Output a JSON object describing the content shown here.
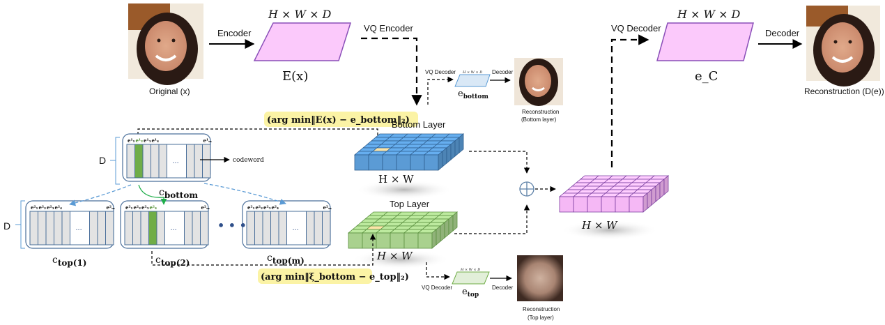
{
  "top_row": {
    "original_caption": "Original (x)",
    "encoder_label": "Encoder",
    "ex_dims": "H × W × D",
    "ex_label": "E(x)",
    "vq_encoder_label": "VQ Encoder",
    "vq_decoder_label": "VQ Decoder",
    "ec_dims": "H × W × D",
    "ec_label": "e_C",
    "decoder_label": "Decoder",
    "reconstruction_caption": "Reconstruction (D(e))"
  },
  "bottom_branch": {
    "vq_decoder_label": "VQ Decoder",
    "dims": "H × W × D",
    "decoder_label": "Decoder",
    "e_label": "e",
    "e_sub": "bottom",
    "caption_line1": "Reconstruction",
    "caption_line2": "(Bottom layer)"
  },
  "top_branch": {
    "vq_decoder_label": "VQ Decoder",
    "dims": "H × W × D",
    "decoder_label": "Decoder",
    "e_label": "e",
    "e_sub": "top",
    "caption_line1": "Reconstruction",
    "caption_line2": "(Top layer)"
  },
  "formulas": {
    "bottom": "(arg min‖E(x) − e_bottom‖₂)",
    "top": "(arg min‖ξ_bottom − e_top‖₂)",
    "highlight_color": "#fbf3a5"
  },
  "layers": {
    "bottom_title": "Bottom Layer",
    "bottom_dims": "H × W",
    "bottom_color": "#5b9bd5",
    "top_title": "Top Layer",
    "top_dims": "H × W",
    "top_color": "#a9d18e",
    "combined_dims": "H × W",
    "combined_color": "#f5b8f5",
    "selected_cell_color": "#fce4a8",
    "combine_symbol": "⊕"
  },
  "codebooks": {
    "d_label": "D",
    "codeword_label": "codeword",
    "ellipsis": "...",
    "between_dots": "• • •",
    "bottom": {
      "name": "c",
      "sub": "bottom",
      "headers": [
        "e¹₁",
        "e¹₂",
        "e¹₃",
        "e¹₄",
        "e¹ₘ"
      ],
      "selected_index": 1
    },
    "top": [
      {
        "name": "c",
        "sub": "top(1)",
        "headers": [
          "e²₁",
          "e²₂",
          "e²₃",
          "e²₄",
          "e²ₘ"
        ],
        "selected_index": -1
      },
      {
        "name": "c",
        "sub": "top(2)",
        "headers": [
          "e²₁",
          "e²₂",
          "e²₃",
          "e²₄",
          "e²ₘ"
        ],
        "selected_index": 3
      },
      {
        "name": "c",
        "sub": "top(m)",
        "headers": [
          "e²₁",
          "e²₂",
          "e²₃",
          "e²₄",
          "e²ₘ"
        ],
        "selected_index": -1
      }
    ],
    "cell_color": "#e3e3e3",
    "selected_color": "#70ad47",
    "border_color": "#4a6f9a"
  }
}
